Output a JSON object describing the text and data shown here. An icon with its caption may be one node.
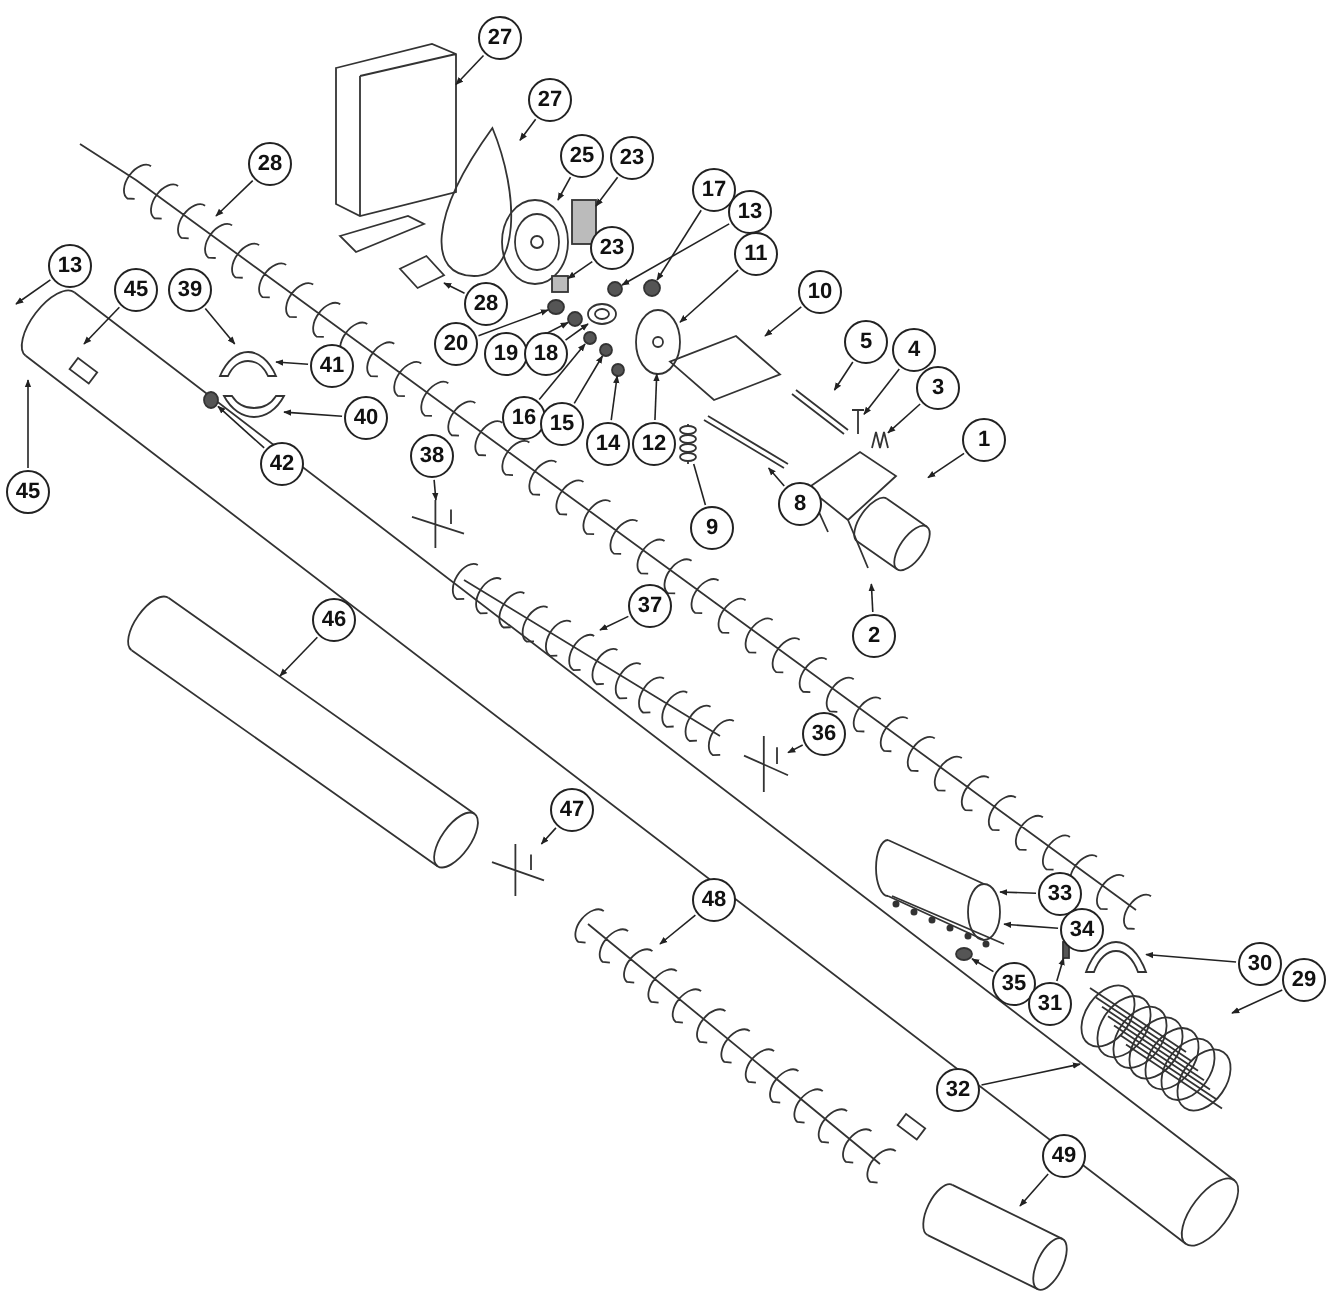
{
  "diagram": {
    "nodes": [
      {
        "text": [
          "27"
        ]
      },
      {
        "text": [
          "27"
        ]
      },
      {
        "text": [
          "28"
        ]
      },
      {
        "text": [
          "25"
        ]
      },
      {
        "text": [
          "23"
        ]
      },
      {
        "text": [
          "17"
        ]
      },
      {
        "text": [
          "13"
        ]
      },
      {
        "text": [
          "11"
        ]
      },
      {
        "text": [
          "23"
        ]
      },
      {
        "text": [
          "13"
        ]
      },
      {
        "text": [
          "45"
        ]
      },
      {
        "text": [
          "39"
        ]
      },
      {
        "text": [
          "10"
        ]
      },
      {
        "text": [
          "28"
        ]
      },
      {
        "text": [
          "5"
        ]
      },
      {
        "text": [
          "20"
        ]
      },
      {
        "text": [
          "4"
        ]
      },
      {
        "text": [
          "19"
        ]
      },
      {
        "text": [
          "18"
        ]
      },
      {
        "text": [
          "41"
        ]
      },
      {
        "text": [
          "3"
        ]
      },
      {
        "text": [
          "40"
        ]
      },
      {
        "text": [
          "16"
        ]
      },
      {
        "text": [
          "15"
        ]
      },
      {
        "text": [
          "1"
        ]
      },
      {
        "text": [
          "14"
        ]
      },
      {
        "text": [
          "12"
        ]
      },
      {
        "text": [
          "38"
        ]
      },
      {
        "text": [
          "42"
        ]
      },
      {
        "text": [
          "8"
        ]
      },
      {
        "text": [
          "45"
        ]
      },
      {
        "text": [
          "9"
        ]
      },
      {
        "text": [
          "37"
        ]
      },
      {
        "text": [
          "46"
        ]
      },
      {
        "text": [
          "2"
        ]
      },
      {
        "text": [
          "36"
        ]
      },
      {
        "text": [
          "47"
        ]
      },
      {
        "text": [
          "48"
        ]
      },
      {
        "text": [
          "33"
        ]
      },
      {
        "text": [
          "34"
        ]
      },
      {
        "text": [
          "30"
        ]
      },
      {
        "text": [
          "29"
        ]
      },
      {
        "text": [
          "35"
        ]
      },
      {
        "text": [
          "31"
        ]
      },
      {
        "text": [
          "32"
        ]
      },
      {
        "text": [
          "49"
        ]
      },
      {
        "text": [],
        "shape": "picture"
      },
      {
        "text": [],
        "shape": "picture"
      },
      {
        "text": [],
        "shape": "picture"
      },
      {
        "text": [],
        "shape": "box"
      },
      {
        "text": [],
        "shape": "circle"
      },
      {
        "text": [],
        "shape": "circle"
      },
      {
        "text": [],
        "shape": "picture"
      },
      {
        "text": [],
        "shape": "box"
      },
      {
        "text": [],
        "shape": "picture"
      },
      {
        "text": [],
        "shape": "picture"
      },
      {
        "text": [],
        "shape": "picture"
      },
      {
        "text": [],
        "shape": "picture"
      },
      {
        "text": [],
        "shape": "circle"
      },
      {
        "text": [],
        "shape": "picture"
      },
      {
        "text": [],
        "shape": "circle"
      },
      {
        "text": [],
        "shape": "picture"
      },
      {
        "text": [],
        "shape": "circle"
      },
      {
        "text": [],
        "shape": "circle"
      },
      {
        "text": [],
        "shape": "circle"
      },
      {
        "text": [],
        "shape": "picture"
      },
      {
        "text": [],
        "shape": "picture"
      },
      {
        "text": [],
        "shape": "picture"
      },
      {
        "text": [],
        "shape": "picture"
      },
      {
        "text": [],
        "shape": "circle"
      },
      {
        "text": [],
        "shape": "picture"
      },
      {
        "text": [],
        "shape": "picture"
      },
      {
        "text": [],
        "shape": "picture"
      },
      {
        "text": [],
        "shape": "picture"
      },
      {
        "text": [],
        "shape": "picture"
      },
      {
        "text": [],
        "shape": "picture"
      },
      {
        "text": [],
        "shape": "circle"
      },
      {
        "text": [],
        "shape": "picture"
      },
      {
        "text": [],
        "shape": "bar"
      },
      {
        "text": [],
        "shape": "picture"
      }
    ],
    "edges": [
      {
        "from": 0,
        "to": 46,
        "arrow": "to"
      },
      {
        "from": 1,
        "to": 47,
        "arrow": "to"
      },
      {
        "from": 2,
        "to": null,
        "arrow": "to"
      },
      {
        "from": 3,
        "to": 48,
        "arrow": "to"
      },
      {
        "from": 4,
        "to": 49,
        "arrow": "to"
      },
      {
        "from": 5,
        "to": 50,
        "arrow": "to"
      },
      {
        "from": 6,
        "to": 51,
        "arrow": "to"
      },
      {
        "from": 7,
        "to": 52,
        "arrow": "to"
      },
      {
        "from": 8,
        "to": 53,
        "arrow": "to"
      },
      {
        "from": 9,
        "to": null,
        "arrow": "to"
      },
      {
        "from": 10,
        "to": null,
        "arrow": "to"
      },
      {
        "from": 11,
        "to": 54,
        "arrow": "to"
      },
      {
        "from": 12,
        "to": 55,
        "arrow": "to"
      },
      {
        "from": 13,
        "to": 56,
        "arrow": "to"
      },
      {
        "from": 14,
        "to": 57,
        "arrow": "to"
      },
      {
        "from": 15,
        "to": 58,
        "arrow": "to"
      },
      {
        "from": 16,
        "to": 59,
        "arrow": "to"
      },
      {
        "from": 17,
        "to": 60,
        "arrow": "to"
      },
      {
        "from": 18,
        "to": 61,
        "arrow": "to"
      },
      {
        "from": 19,
        "to": 54,
        "arrow": "to"
      },
      {
        "from": 20,
        "to": 65,
        "arrow": "to"
      },
      {
        "from": 21,
        "to": 66,
        "arrow": "to"
      },
      {
        "from": 22,
        "to": 62,
        "arrow": "to"
      },
      {
        "from": 23,
        "to": 63,
        "arrow": "to"
      },
      {
        "from": 24,
        "to": 67,
        "arrow": "to"
      },
      {
        "from": 25,
        "to": 64,
        "arrow": "to"
      },
      {
        "from": 26,
        "to": 52,
        "arrow": "to"
      },
      {
        "from": 27,
        "to": 68,
        "arrow": "to"
      },
      {
        "from": 28,
        "to": 69,
        "arrow": "to"
      },
      {
        "from": 29,
        "to": 70,
        "arrow": "to"
      },
      {
        "from": 30,
        "to": null,
        "arrow": "to"
      },
      {
        "from": 31,
        "to": 71,
        "arrow": "none"
      },
      {
        "from": 32,
        "to": null,
        "arrow": "to"
      },
      {
        "from": 33,
        "to": null,
        "arrow": "to"
      },
      {
        "from": 34,
        "to": 67,
        "arrow": "to"
      },
      {
        "from": 35,
        "to": 72,
        "arrow": "to"
      },
      {
        "from": 36,
        "to": 73,
        "arrow": "to"
      },
      {
        "from": 37,
        "to": null,
        "arrow": "to"
      },
      {
        "from": 38,
        "to": 74,
        "arrow": "to"
      },
      {
        "from": 39,
        "to": 75,
        "arrow": "to"
      },
      {
        "from": 40,
        "to": 77,
        "arrow": "to"
      },
      {
        "from": 41,
        "to": 79,
        "arrow": "to"
      },
      {
        "from": 42,
        "to": 76,
        "arrow": "to"
      },
      {
        "from": 43,
        "to": 78,
        "arrow": "to"
      },
      {
        "from": 44,
        "to": 79,
        "arrow": "to"
      },
      {
        "from": 45,
        "to": null,
        "arrow": "to"
      }
    ]
  }
}
